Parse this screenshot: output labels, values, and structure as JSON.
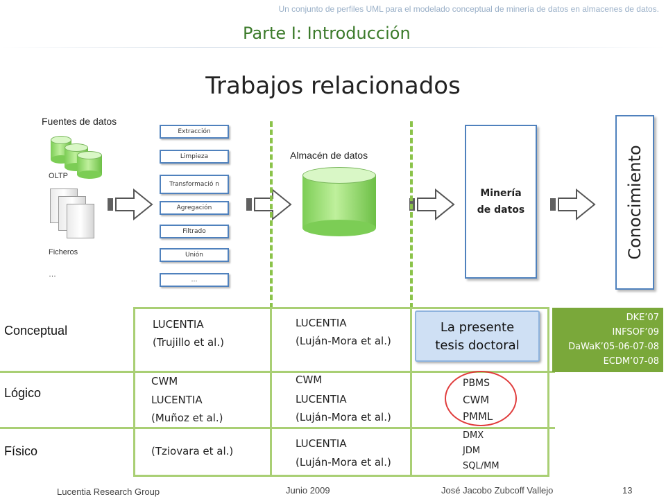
{
  "header": {
    "caption": "Un conjunto de perfiles UML para el modelado conceptual de minería de datos en almacenes de datos.",
    "section": "Parte I: Introducción",
    "title": "Trabajos relacionados"
  },
  "sources": {
    "title": "Fuentes de datos",
    "oltp": "OLTP",
    "files": "Ficheros",
    "more": "…"
  },
  "etl_steps": [
    "Extracción",
    "Limpieza",
    "Transformació n",
    "Agregación",
    "Filtrado",
    "Unión",
    "…"
  ],
  "warehouse": {
    "label": "Almacén de datos"
  },
  "mining": {
    "line1": "Minería",
    "line2": "de datos"
  },
  "knowledge": {
    "label": "Conocimiento"
  },
  "rows": {
    "conceptual": "Conceptual",
    "logical": "Lógico",
    "physical": "Físico"
  },
  "cells": {
    "c1_conceptual_a": "LUCENTIA",
    "c1_conceptual_b": "(Trujillo et al.)",
    "c2_conceptual_a": "LUCENTIA",
    "c2_conceptual_b": "(Luján-Mora et al.)",
    "c1_logical_a": "CWM",
    "c1_logical_b": "LUCENTIA",
    "c1_logical_c": "(Muñoz et al.)",
    "c2_logical_a": "CWM",
    "c2_logical_b": "LUCENTIA",
    "c2_logical_c": "(Luján-Mora et al.)",
    "c3_logical_a": "PBMS",
    "c3_logical_b": "CWM",
    "c3_logical_c": "PMML",
    "c1_physical_a": "(Tziovara et al.)",
    "c2_physical_a": "LUCENTIA",
    "c2_physical_b": "(Luján-Mora et al.)",
    "c3_physical_a": "DMX",
    "c3_physical_b": "JDM",
    "c3_physical_c": "SQL/MM"
  },
  "tesis": {
    "line1": "La presente",
    "line2": "tesis doctoral"
  },
  "conferences": [
    "DKE’07",
    "INFSOF’09",
    "DaWaK’05-06-07-08",
    "ECDM’07-08"
  ],
  "footer": {
    "group": "Lucentia Research Group",
    "date": "Junio 2009",
    "author": "José Jacobo Zubcoff Vallejo",
    "page": "13"
  }
}
